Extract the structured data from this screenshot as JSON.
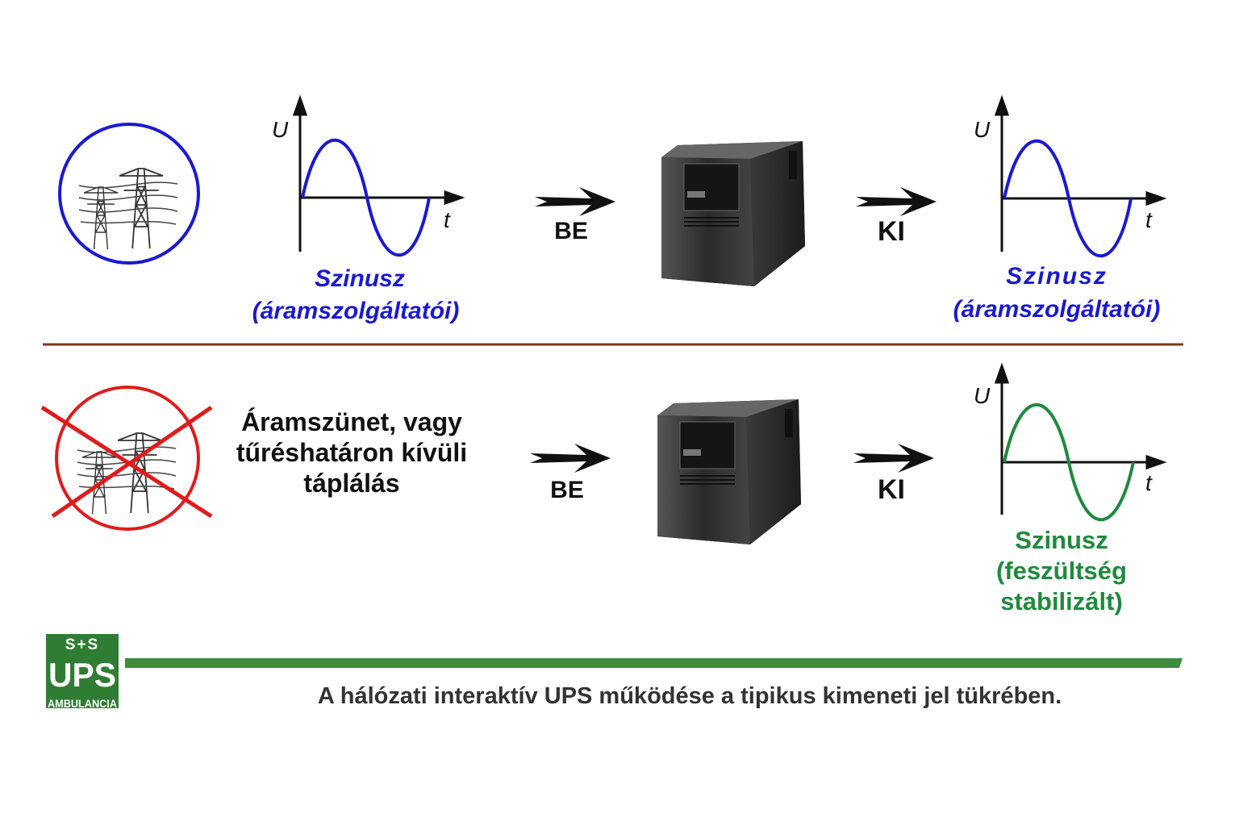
{
  "colors": {
    "blue": "#1a1ad0",
    "green": "#1f8a3c",
    "red": "#e01b1b",
    "divider": "#7a3a1a",
    "logo_green": "#2f7d32",
    "bar_green": "#3d8c40",
    "caption": "#333333"
  },
  "top_row": {
    "input_graph": {
      "y_axis": "U",
      "x_axis": "t",
      "label_line1": "Szinusz",
      "label_line2": "(áramszolgáltatói)"
    },
    "in_arrow_label": "BE",
    "out_arrow_label": "KI",
    "output_graph": {
      "y_axis": "U",
      "x_axis": "t",
      "label_line1": "Szinusz",
      "label_line2": "(áramszolgáltatói)"
    }
  },
  "bottom_row": {
    "outage_text": [
      "Áramszünet, vagy",
      "tűréshatáron kívüli",
      "táplálás"
    ],
    "in_arrow_label": "BE",
    "out_arrow_label": "KI",
    "output_graph": {
      "y_axis": "U",
      "x_axis": "t",
      "label_lines": [
        "Szinusz",
        "(feszültség",
        "stabilizált)"
      ]
    }
  },
  "logo": {
    "line1": "S+S",
    "line2": "UPS",
    "line3": "AMBULANCIA"
  },
  "caption": "A hálózati interaktív UPS működése a tipikus kimeneti jel tükrében."
}
